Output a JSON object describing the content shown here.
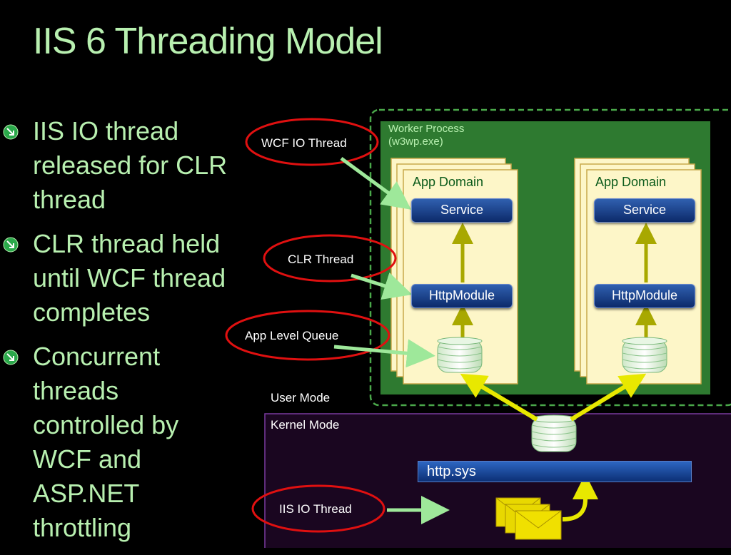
{
  "title": "IIS 6 Threading Model",
  "bullets": [
    "IIS IO thread\nreleased for CLR\nthread",
    "CLR thread held\nuntil WCF thread\ncompletes",
    "Concurrent\nthreads\ncontrolled by\nWCF and\nASP.NET\nthrottling"
  ],
  "diagram": {
    "worker_process_line1": "Worker Process",
    "worker_process_line2": "(w3wp.exe)",
    "app_domain_left": "App Domain",
    "app_domain_right": "App Domain",
    "service_left": "Service",
    "service_right": "Service",
    "httpmodule_left": "HttpModule",
    "httpmodule_right": "HttpModule",
    "user_mode": "User Mode",
    "kernel_mode": "Kernel Mode",
    "http_sys": "http.sys"
  },
  "callouts": {
    "wcf_io_thread": "WCF IO Thread",
    "clr_thread": "CLR Thread",
    "app_level_queue": "App Level Queue",
    "iis_io_thread": "IIS IO Thread"
  },
  "colors": {
    "title_text": "#b8f0b0",
    "worker_process_bg": "#2e7a30",
    "app_domain_bg": "#fdf6c8",
    "kernel_bg": "#1a0620",
    "callout_ring": "#e01010",
    "arrow_green": "#9ee89a",
    "arrow_olive": "#a8a800",
    "arrow_yellow": "#e8e800"
  },
  "icons": {
    "bullet": "green-circle-arrow-icon",
    "queue": "stacked-disks-icon",
    "request": "envelope-icon"
  }
}
